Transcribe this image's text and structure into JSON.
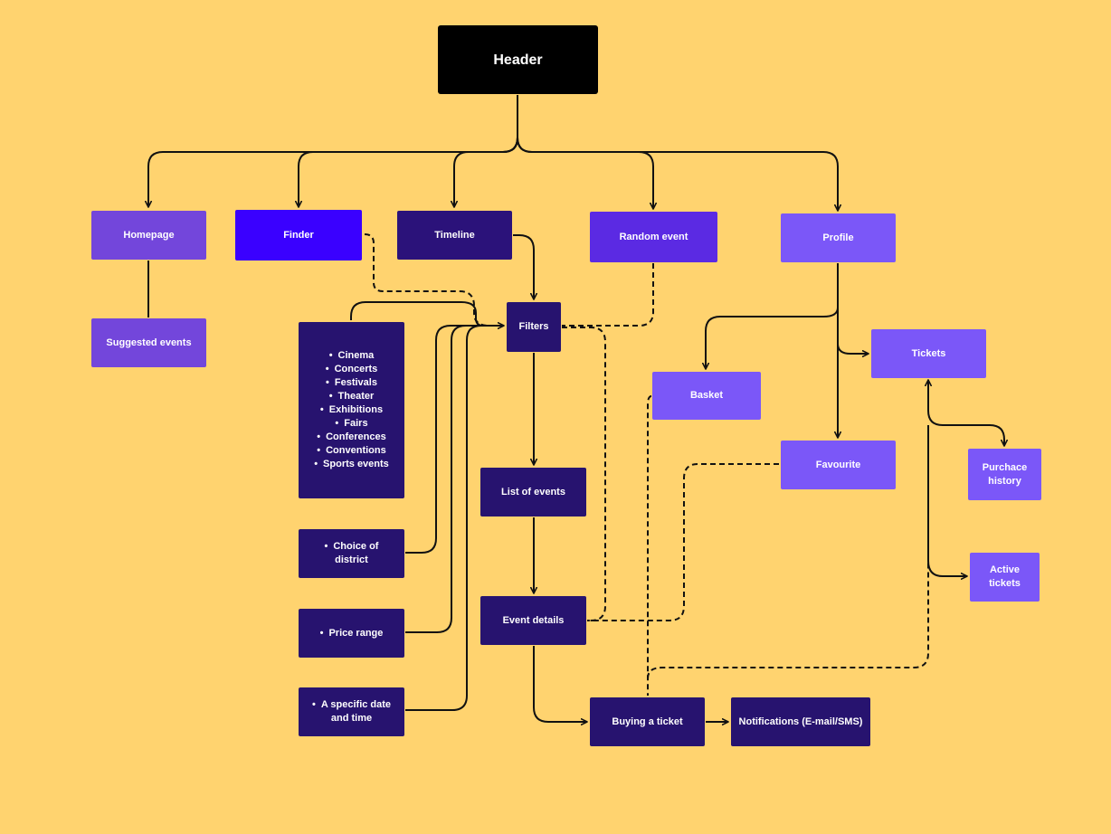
{
  "nodes": {
    "header": "Header",
    "homepage": "Homepage",
    "finder": "Finder",
    "timeline": "Timeline",
    "random_event": "Random event",
    "profile": "Profile",
    "suggested_events": "Suggested events",
    "filters": "Filters",
    "basket": "Basket",
    "tickets": "Tickets",
    "favourite": "Favourite",
    "purchase_history": "Purchace history",
    "active_tickets": "Active tickets",
    "list_of_events": "List of events",
    "event_details": "Event details",
    "buying_ticket": "Buying a ticket",
    "notifications": "Notifications (E-mail/SMS)",
    "choice_of_district": "Choice of district",
    "price_range": "Price range",
    "specific_date": "A specific date and time"
  },
  "categories": [
    "Cinema",
    "Concerts",
    "Festivals",
    "Theater",
    "Exhibitions",
    "Fairs",
    "Conferences",
    "Conventions",
    "Sports events"
  ],
  "colors": {
    "background": "#FFD36F",
    "header": "#000000",
    "homepage": "#7346DB",
    "finder": "#3A00FF",
    "timeline": "#2B127A",
    "random_event": "#5B2AE3",
    "profile": "#7B57F8",
    "dark_node": "#27136F",
    "line": "#111111"
  }
}
